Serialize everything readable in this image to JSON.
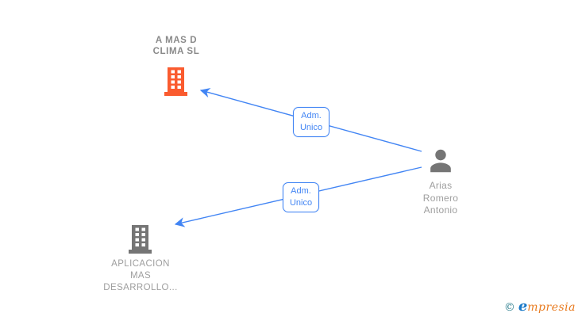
{
  "diagram": {
    "nodes": {
      "company_top": {
        "name_line1": "A MAS D",
        "name_line2": "CLIMA SL",
        "icon": "building-icon",
        "icon_color": "#FA5B2F"
      },
      "person": {
        "name_line1": "Arias",
        "name_line2": "Romero",
        "name_line3": "Antonio",
        "icon": "person-icon",
        "icon_color": "#757575"
      },
      "company_bottom": {
        "name_line1": "APLICACION",
        "name_line2": "MAS",
        "name_line3": "DESARROLLO...",
        "icon": "building-icon",
        "icon_color": "#757575"
      }
    },
    "edges": [
      {
        "from": "person",
        "to": "company_top",
        "label_line1": "Adm.",
        "label_line2": "Unico"
      },
      {
        "from": "person",
        "to": "company_bottom",
        "label_line1": "Adm.",
        "label_line2": "Unico"
      }
    ],
    "edge_color": "#4285F4",
    "company_label_color": "#8A8A8A",
    "person_label_color": "#9E9E9E"
  },
  "footer": {
    "copyright_symbol": "©",
    "brand_first_letter": "e",
    "brand_rest": "mpresia"
  }
}
